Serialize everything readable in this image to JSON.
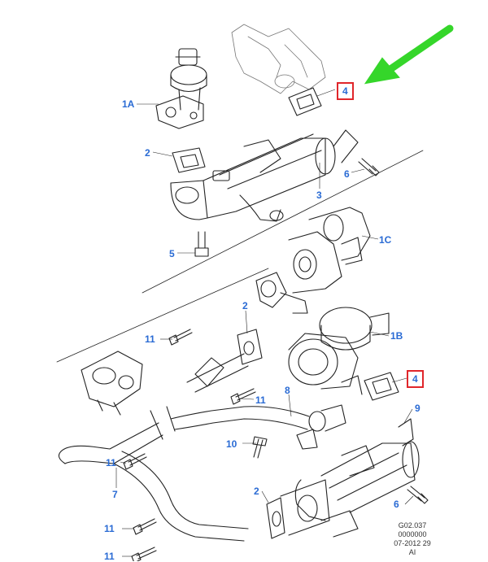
{
  "diagram": {
    "callouts": {
      "c_1A": "1A",
      "c_2_top": "2",
      "c_3": "3",
      "c_4_top": "4",
      "c_5": "5",
      "c_6_top": "6",
      "c_1C": "1C",
      "c_2_mid": "2",
      "c_11_a": "11",
      "c_1B": "1B",
      "c_4_mid": "4",
      "c_11_b": "11",
      "c_8": "8",
      "c_9": "9",
      "c_10": "10",
      "c_11_c": "11",
      "c_7": "7",
      "c_2_bot": "2",
      "c_6_bot": "6",
      "c_11_d": "11",
      "c_11_e": "11"
    },
    "reference": {
      "line1": "G02.037",
      "line2": "0000000",
      "line3": "07-2012 29",
      "line4": "AI"
    },
    "colors": {
      "callout_text": "#2a6bd4",
      "highlight_box": "#e0262b",
      "pointer_arrow": "#35d62a",
      "line_art": "#222222"
    }
  }
}
